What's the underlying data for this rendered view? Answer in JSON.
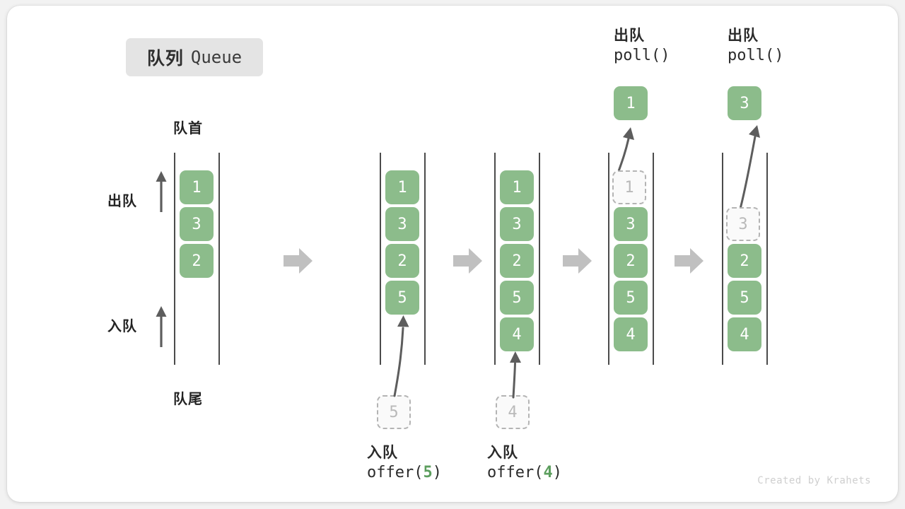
{
  "title": {
    "cn": "队列",
    "en": "Queue"
  },
  "labels": {
    "front": "队首",
    "rear": "队尾",
    "dequeue": "出队",
    "enqueue": "入队"
  },
  "watermark": "Created by Krahets",
  "colors": {
    "cell_fill": "#8cbc8b",
    "cell_text": "#ffffff",
    "ghost_border": "#b4b4b4",
    "ghost_text": "#b9b9b9",
    "rail": "#4b4b4b",
    "arrow": "#5d5d5d",
    "step_arrow": "#c0c0c0",
    "badge_bg": "#e4e4e4",
    "accent_green": "#5c9e5e"
  },
  "steps": [
    {
      "id": "initial",
      "cells": [
        {
          "value": "1",
          "state": "filled"
        },
        {
          "value": "3",
          "state": "filled"
        },
        {
          "value": "2",
          "state": "filled"
        }
      ],
      "caption": null,
      "popped": null,
      "incoming": null
    },
    {
      "id": "offer-5",
      "cells": [
        {
          "value": "1",
          "state": "filled"
        },
        {
          "value": "3",
          "state": "filled"
        },
        {
          "value": "2",
          "state": "filled"
        },
        {
          "value": "5",
          "state": "filled"
        }
      ],
      "caption": {
        "cn": "入队",
        "fn": "offer(",
        "arg": "5",
        "fn_close": ")"
      },
      "popped": null,
      "incoming": {
        "value": "5",
        "state": "ghost"
      }
    },
    {
      "id": "offer-4",
      "cells": [
        {
          "value": "1",
          "state": "filled"
        },
        {
          "value": "3",
          "state": "filled"
        },
        {
          "value": "2",
          "state": "filled"
        },
        {
          "value": "5",
          "state": "filled"
        },
        {
          "value": "4",
          "state": "filled"
        }
      ],
      "caption": {
        "cn": "入队",
        "fn": "offer(",
        "arg": "4",
        "fn_close": ")"
      },
      "popped": null,
      "incoming": {
        "value": "4",
        "state": "ghost"
      }
    },
    {
      "id": "poll-1",
      "cells": [
        {
          "value": "1",
          "state": "ghost"
        },
        {
          "value": "3",
          "state": "filled"
        },
        {
          "value": "2",
          "state": "filled"
        },
        {
          "value": "5",
          "state": "filled"
        },
        {
          "value": "4",
          "state": "filled"
        }
      ],
      "caption": null,
      "popped": {
        "cn": "出队",
        "fn": "poll()",
        "value": "1"
      },
      "incoming": null
    },
    {
      "id": "poll-3",
      "cells": [
        {
          "value": "",
          "state": "empty"
        },
        {
          "value": "3",
          "state": "ghost"
        },
        {
          "value": "2",
          "state": "filled"
        },
        {
          "value": "5",
          "state": "filled"
        },
        {
          "value": "4",
          "state": "filled"
        }
      ],
      "caption": null,
      "popped": {
        "cn": "出队",
        "fn": "poll()",
        "value": "3"
      },
      "incoming": null
    }
  ]
}
